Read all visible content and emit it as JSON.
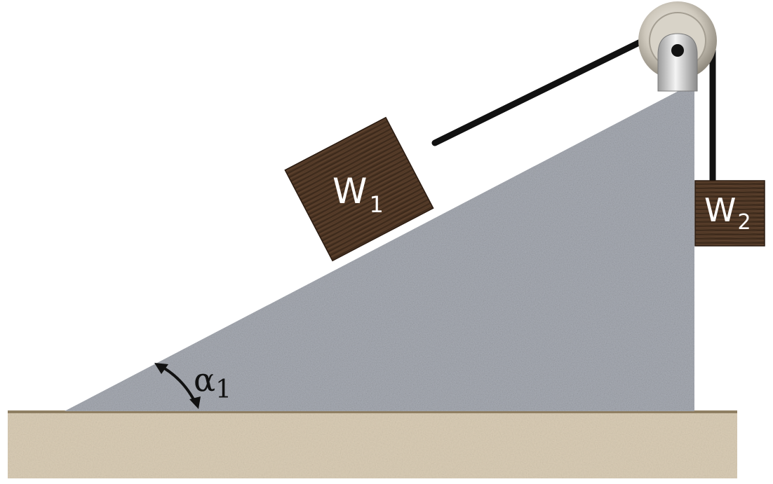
{
  "blocks": {
    "w1": {
      "letter": "W",
      "subscript": "1"
    },
    "w2": {
      "letter": "W",
      "subscript": "2"
    }
  },
  "angle": {
    "symbol": "α",
    "subscript": "1"
  },
  "colors": {
    "incline": "#a9adb5",
    "ground": "#d8cbb4",
    "ground_edge": "#8f7f63",
    "block_wood": "#4a3322",
    "rope": "#111111",
    "pulley": "#bfb9ad",
    "label_text": "#ffffff"
  }
}
